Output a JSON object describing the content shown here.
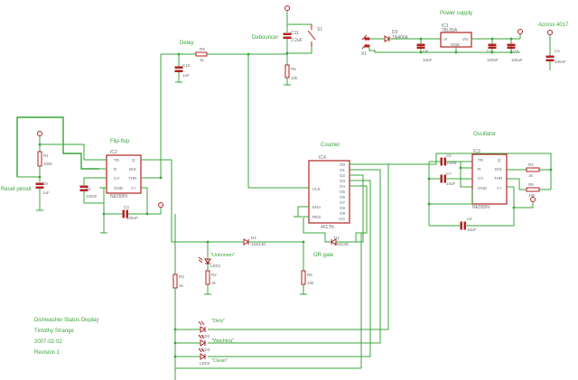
{
  "sections": {
    "delay": "Delay",
    "debouncer": "Debouncer",
    "power_supply": "Power supply",
    "across_4017": "Across 4017",
    "flip_flop": "Flip-flop",
    "counter": "Counter",
    "oscillator": "Oscillator",
    "or_gate": "OR gate",
    "reset_pinout": "Reset pinout"
  },
  "title_block": {
    "title": "Dishwasher Status Display",
    "author": "Timothy Strange",
    "date": "2007-02-02",
    "revision": "Revision 1"
  },
  "components": {
    "ic1": {
      "ref": "IC1",
      "value": "78L05A",
      "pins": [
        "VI",
        "VO",
        "GND"
      ]
    },
    "ic2": {
      "ref": "IC2",
      "value": "NE555N",
      "pins": [
        "TR",
        "R",
        "CV",
        "GND",
        "Q",
        "DIS",
        "THR",
        "V+"
      ]
    },
    "ic3": {
      "ref": "IC3",
      "value": "NE555N",
      "pins": [
        "TR",
        "R",
        "CV",
        "GND",
        "Q",
        "DIS",
        "THR",
        "V+"
      ]
    },
    "ic4": {
      "ref": "IC4",
      "value": "4017N",
      "left_pins": [
        "CLK",
        "ENA",
        "RES"
      ],
      "right_pins": [
        "O0",
        "O1",
        "O2",
        "O3",
        "O4",
        "O5",
        "O6",
        "O7",
        "O8",
        "O9",
        "CO"
      ]
    },
    "c1": {
      "ref": "C1",
      "value": "100nF"
    },
    "c2": {
      "ref": "C2",
      "value": "100nF"
    },
    "c3": {
      "ref": "C3",
      "value": "100nF"
    },
    "c4": {
      "ref": "C4",
      "value": "100nF"
    },
    "c5": {
      "ref": "C5",
      "value": "100nF"
    },
    "c6": {
      "ref": "C6",
      "value": "10uF"
    },
    "c7": {
      "ref": "C7",
      "value": "10uF"
    },
    "c8": {
      "ref": "C8",
      "value": "10uF"
    },
    "c9": {
      "ref": "C9",
      "value": "1uF"
    },
    "c10": {
      "ref": "C10",
      "value": "1uF"
    },
    "c11": {
      "ref": "C11",
      "value": "2.2uF"
    },
    "c12": {
      "ref": "C12",
      "value": "100uF"
    },
    "r1": {
      "ref": "R1",
      "value": "100k"
    },
    "r2": {
      "ref": "R2",
      "value": "1k"
    },
    "r3": {
      "ref": "R3",
      "value": "1k"
    },
    "r4": {
      "ref": "R4",
      "value": "1k"
    },
    "r5": {
      "ref": "R5",
      "value": "10k"
    },
    "r6": {
      "ref": "R6",
      "value": "10k"
    },
    "r7": {
      "ref": "R7",
      "value": "10k"
    },
    "r8": {
      "ref": "R8",
      "value": "10k"
    },
    "r9": {
      "ref": "R9",
      "value": "1k"
    },
    "d1": {
      "ref": "D1",
      "value": "1N4148"
    },
    "d2": {
      "ref": "D2",
      "value": "1N4148"
    },
    "d3": {
      "ref": "D3",
      "value": "1N4004"
    },
    "s1": {
      "ref": "S1"
    },
    "x1": {
      "ref": "X1"
    },
    "led1": {
      "ref": "LED1",
      "label": "\"Unknown\""
    },
    "led2": {
      "ref": "LED2",
      "label": "\"Dirty\""
    },
    "led3": {
      "ref": "LED3",
      "label": "\"Washing\""
    },
    "led4": {
      "ref": "LED4",
      "label": "\"Clean\""
    }
  }
}
